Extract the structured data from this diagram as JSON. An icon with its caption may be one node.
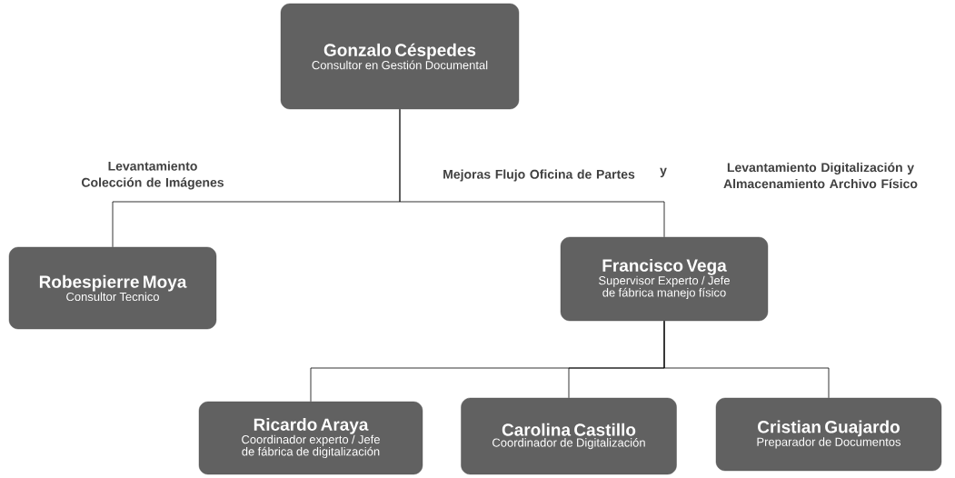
{
  "diagram": {
    "nodes": [
      {
        "text": [
          "Gonzalo Céspedes",
          "Consultor en Gestión Documental"
        ]
      },
      {
        "text": [
          "Robespierre Moya",
          "Consultor Tecnico"
        ]
      },
      {
        "text": [
          "Francisco Vega",
          "Supervisor Experto / Jefe de fábrica manejo físico"
        ]
      },
      {
        "text": [
          "Ricardo Araya",
          "Coordinador experto / Jefe de fábrica de digitalización"
        ]
      },
      {
        "text": [
          "Carolina Castillo",
          "Coordinador de Digitalización"
        ]
      },
      {
        "text": [
          "Cristian Guajardo",
          "Preparador de Documentos"
        ]
      }
    ],
    "edges": [
      {
        "from": 0,
        "to": 1,
        "arrow": "none"
      },
      {
        "from": 0,
        "to": 2,
        "arrow": "none"
      },
      {
        "from": 2,
        "to": 3,
        "arrow": "none"
      },
      {
        "from": 2,
        "to": 4,
        "arrow": "none"
      },
      {
        "from": 2,
        "to": 5,
        "arrow": "none"
      }
    ],
    "labels": [
      "Levantamiento Colección de Imágenes",
      "Mejoras Flujo Oficina de Partes",
      "y",
      "Levantamiento Digitalización y Almacenamiento Archivo Físico"
    ]
  }
}
